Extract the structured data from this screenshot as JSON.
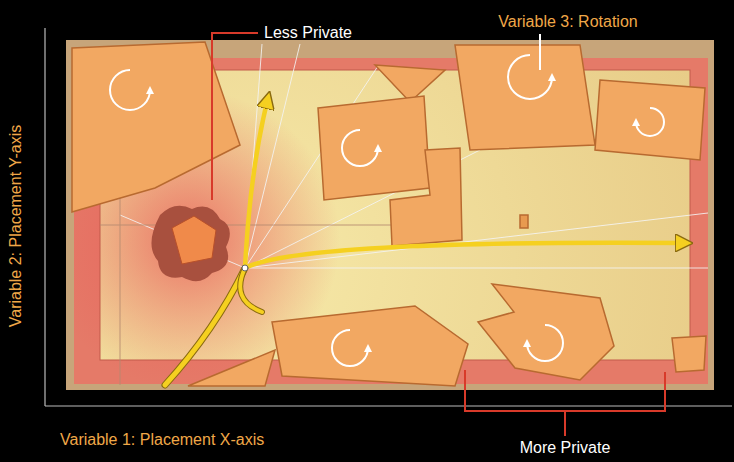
{
  "diagram": {
    "labels": [
      "Less Private",
      "Variable 3: Rotation",
      "Variable 2: Placement Y-axis",
      "Variable 1: Placement X-axis",
      "More Private"
    ]
  }
}
